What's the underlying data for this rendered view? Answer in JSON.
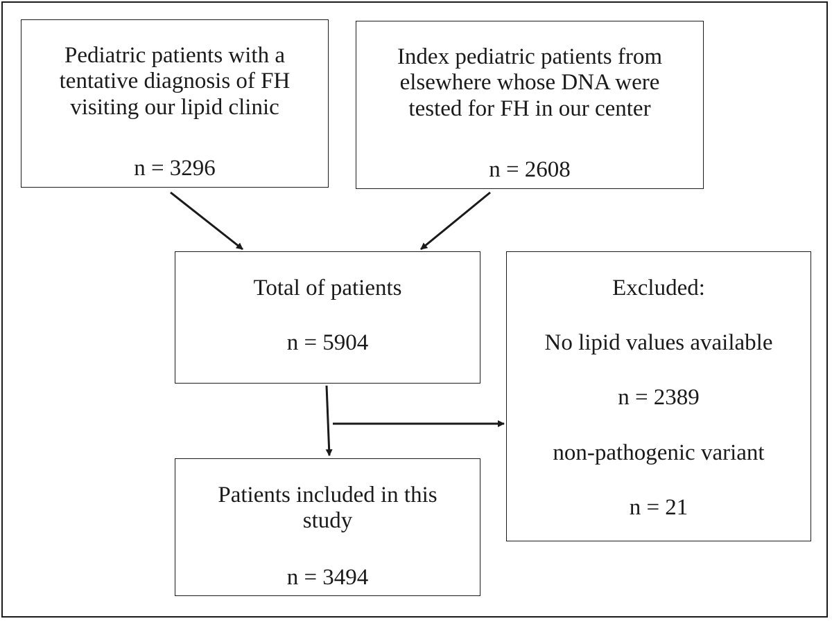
{
  "boxes": {
    "clinic": {
      "text": "Pediatric patients with a\ntentative diagnosis of FH\nvisiting our lipid clinic",
      "n": "n = 3296"
    },
    "index": {
      "text": "Index pediatric patients from\nelsewhere whose DNA were\ntested for FH in our center",
      "n": "n = 2608"
    },
    "total": {
      "text": "Total of patients",
      "n": "n = 5904"
    },
    "excluded": {
      "heading": "Excluded:",
      "reason1": "No lipid values available",
      "n1": "n = 2389",
      "reason2": "non-pathogenic variant",
      "n2": "n = 21"
    },
    "included": {
      "text": "Patients included in this\nstudy",
      "n": "n = 3494"
    }
  },
  "colors": {
    "line": "#1a1a1a",
    "background": "#ffffff"
  }
}
